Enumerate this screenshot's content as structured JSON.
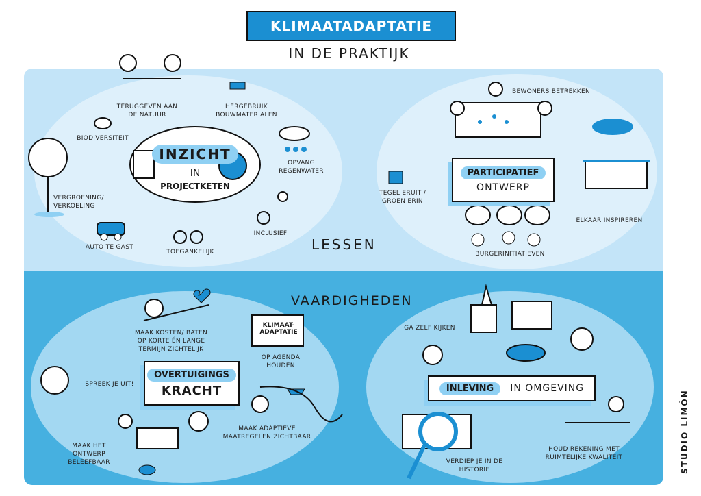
{
  "header": {
    "title": "KLIMAATADAPTATIE",
    "subtitle": "IN DE PRAKTIJK"
  },
  "lessen": {
    "heading": "LESSEN",
    "inzicht": {
      "highlight": "INZICHT",
      "line2": "IN",
      "line3": "PROJECTKETEN",
      "items": [
        "TERUGGEVEN AAN DE NATUUR",
        "HERGEBRUIK BOUWMATERIALEN",
        "OPVANG REGENWATER",
        "INCLUSIEF",
        "TOEGANKELIJK",
        "AUTO TE GAST",
        "VERGROENING/ VERKOELING",
        "BIODIVERSITEIT"
      ]
    },
    "participatief": {
      "highlight": "PARTICIPATIEF",
      "line2": "ONTWERP",
      "items": [
        "BEWONERS BETREKKEN",
        "TEGEL ERUIT / GROEN ERIN",
        "BURGERINITIATIEVEN",
        "ELKAAR INSPIREREN"
      ]
    }
  },
  "vaardigheden": {
    "heading": "VAARDIGHEDEN",
    "overtuiging": {
      "highlight": "OVERTUIGINGS",
      "line2": "KRACHT",
      "items": [
        "MAAK KOSTEN/ BATEN OP KORTE ÉN LANGE TERMIJN ZICHTELIJK",
        "OP AGENDA HOUDEN",
        "SPREEK JE UIT!",
        "MAAK ADAPTIEVE MAATREGELEN ZICHTBAAR",
        "MAAK HET ONTWERP BELEEFBAAR"
      ],
      "calendar_text": "KLIMAAT-ADAPTATIE"
    },
    "inleving": {
      "highlight": "INLEVING",
      "line2": "IN OMGEVING",
      "items": [
        "GA ZELF KIJKEN",
        "VERDIEP JE IN DE HISTORIE",
        "HOUD REKENING MET RUIMTELIJKE KWALITEIT"
      ]
    }
  },
  "credit": "STUDIO LIMÓN",
  "colors": {
    "accent": "#1b8fd2",
    "panel_top": "#c3e4f8",
    "panel_bottom": "#46b0e0",
    "highlight": "#8fd0f3"
  }
}
